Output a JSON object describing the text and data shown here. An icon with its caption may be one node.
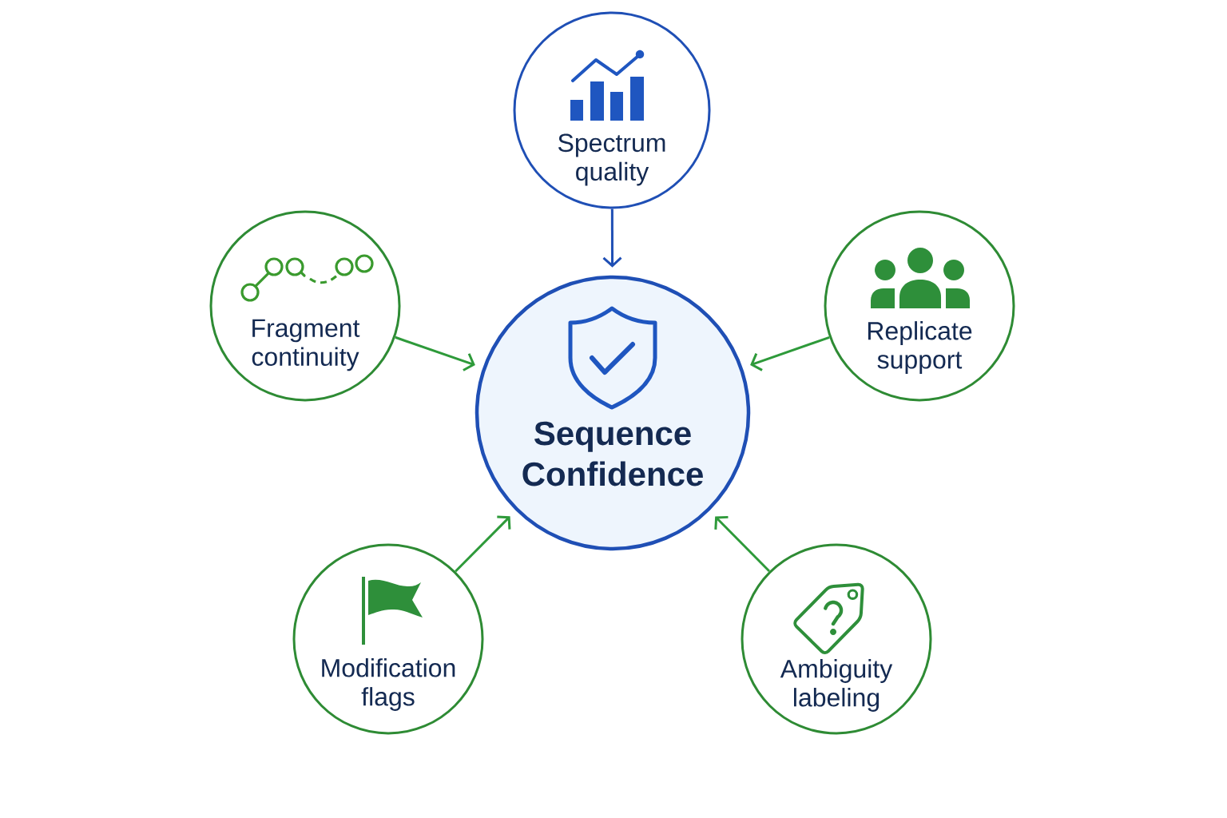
{
  "diagram": {
    "nodes": [
      {
        "text": [
          "Spectrum quality"
        ]
      },
      {
        "text": [
          "Fragment continuity"
        ]
      },
      {
        "text": [
          "Replicate support"
        ]
      },
      {
        "text": [
          "Sequence Confidence"
        ]
      },
      {
        "text": [
          "Modification flags"
        ]
      },
      {
        "text": [
          "Ambiguity labeling"
        ]
      }
    ],
    "edges": [
      {
        "from": 0,
        "to": 3,
        "arrow": "to",
        "color": "#1f4fb5"
      },
      {
        "from": 1,
        "to": 3,
        "arrow": "to"
      },
      {
        "from": 2,
        "to": 3,
        "arrow": "to"
      },
      {
        "from": 4,
        "to": 3,
        "arrow": "to"
      },
      {
        "from": 5,
        "to": 3,
        "arrow": "to"
      }
    ]
  }
}
